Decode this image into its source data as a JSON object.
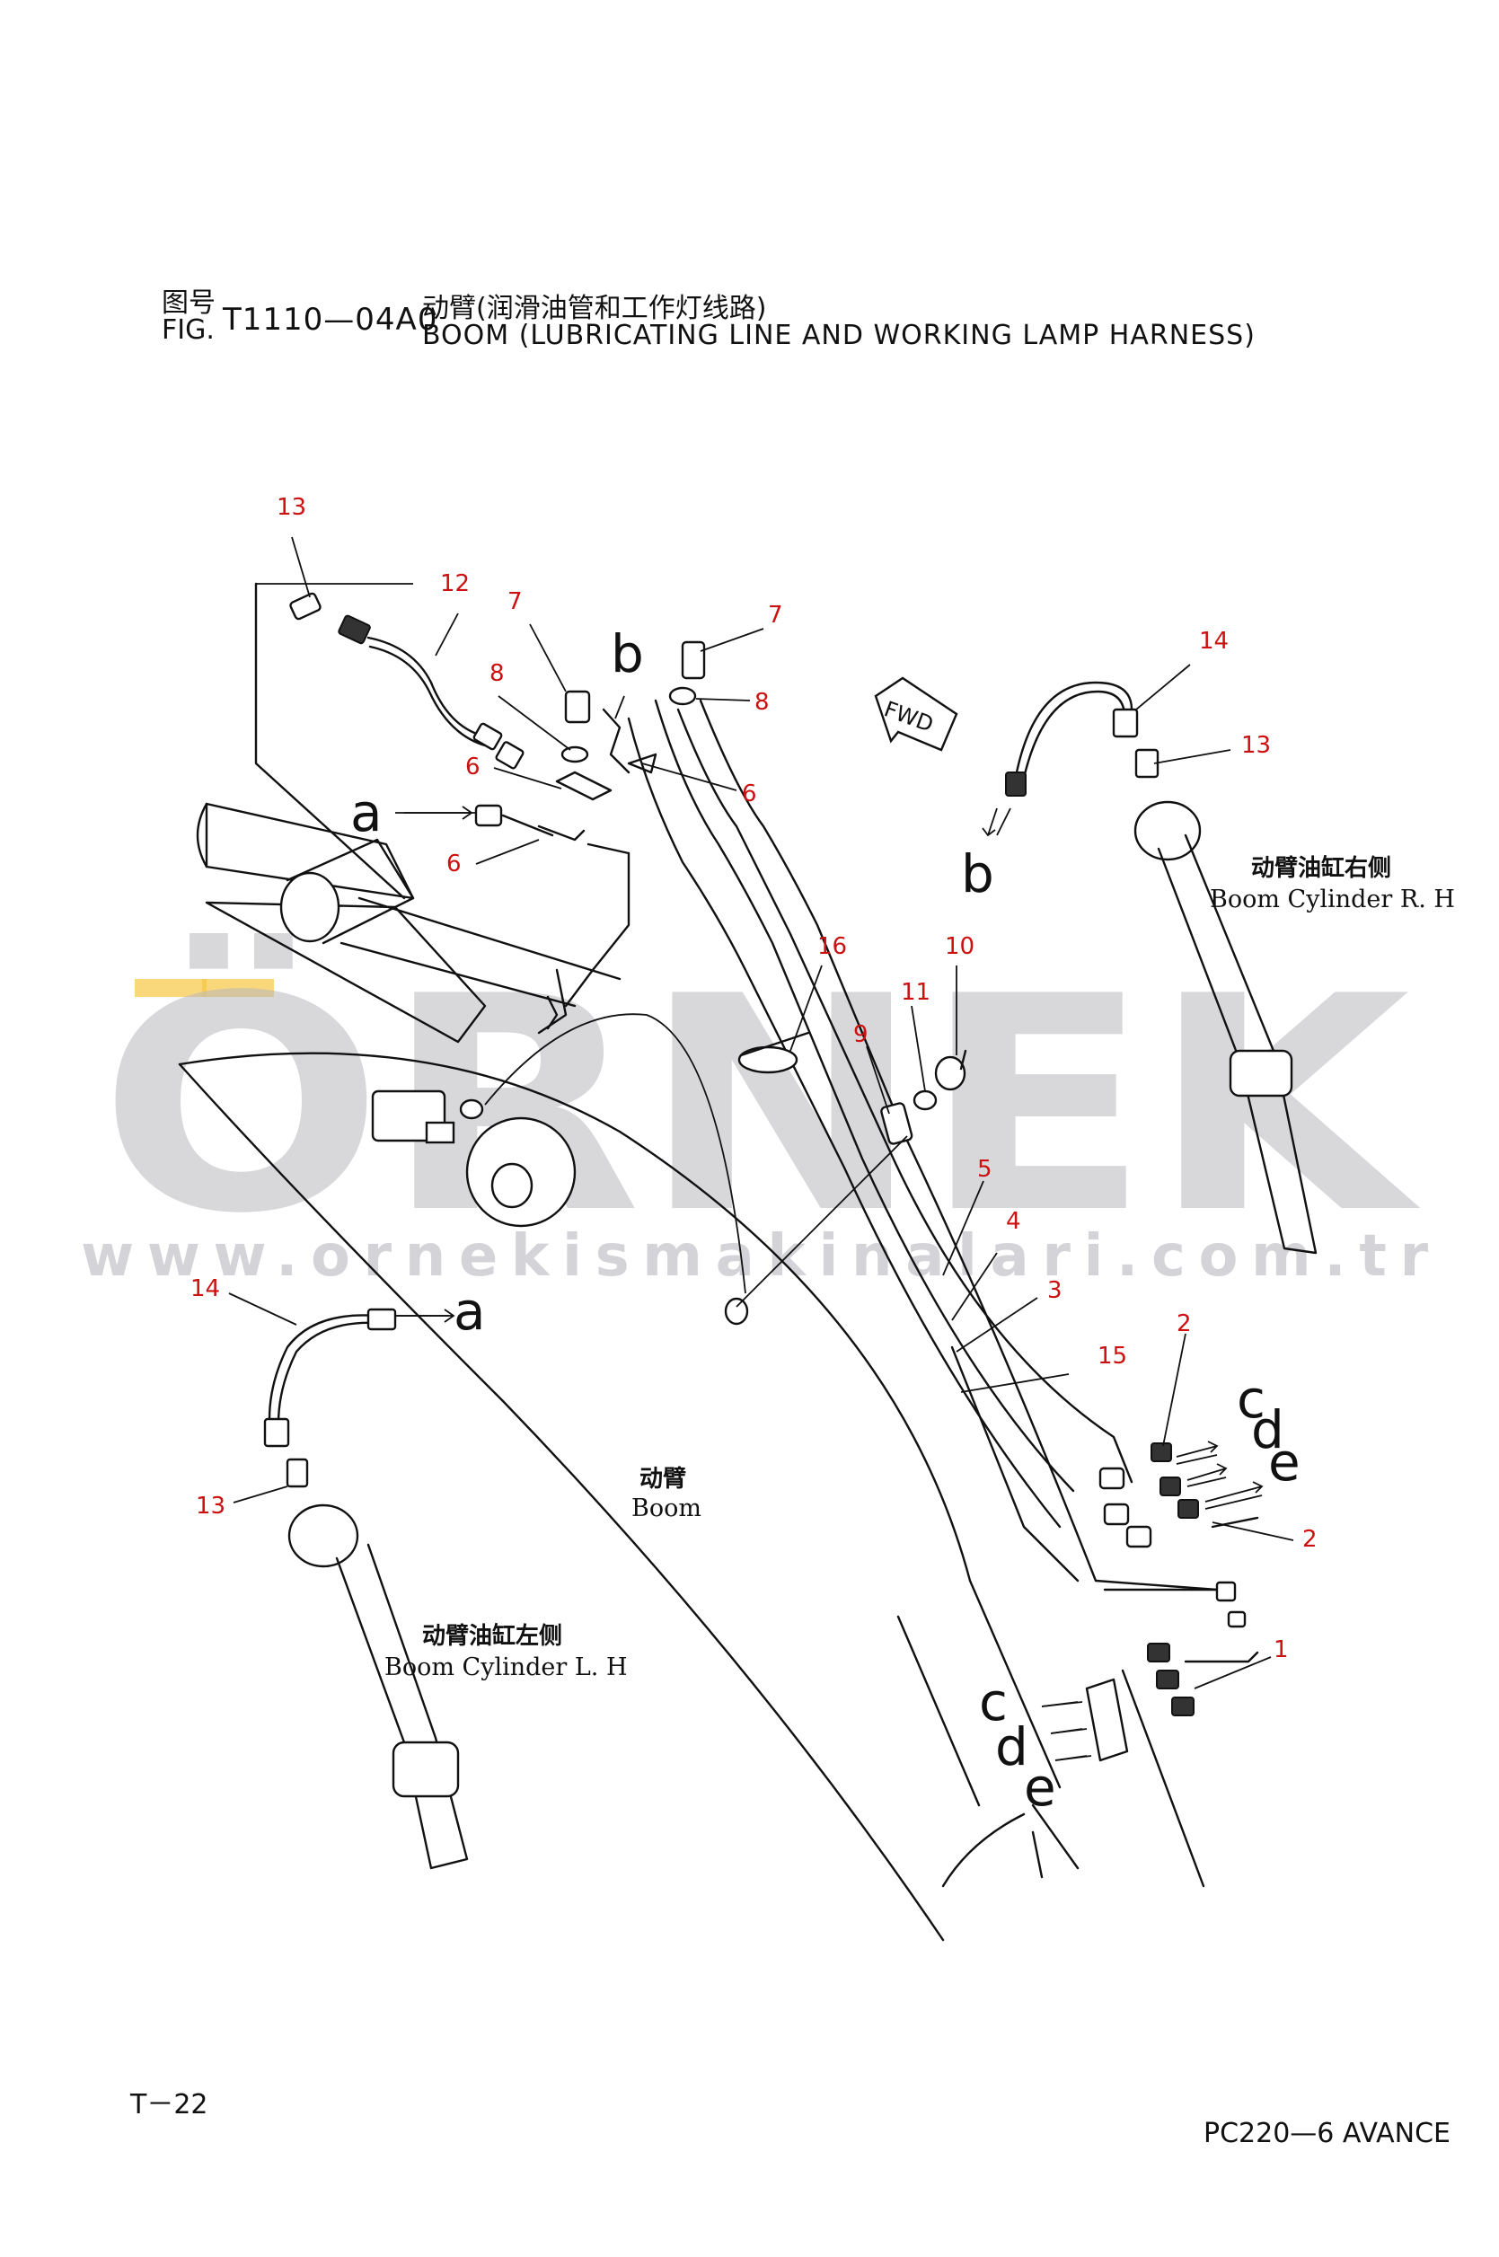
{
  "header": {
    "cn_label": "图号",
    "fig_label": "FIG.",
    "code": "T1110—04A0",
    "title_cn": "动臂(润滑油管和工作灯线路)",
    "title_en": "BOOM (LUBRICATING LINE AND WORKING LAMP HARNESS)"
  },
  "watermark": {
    "brand": "ÖRNEK",
    "url": "www.ornekismakinalari.com.tr"
  },
  "callouts": [
    "13",
    "12",
    "7",
    "8",
    "6",
    "7",
    "8",
    "6",
    "6",
    "14",
    "13",
    "16",
    "10",
    "11",
    "9",
    "5",
    "4",
    "3",
    "15",
    "2",
    "2",
    "1",
    "14",
    "13"
  ],
  "letters": [
    "b",
    "a",
    "b",
    "a",
    "c",
    "d",
    "e",
    "c",
    "d",
    "e"
  ],
  "fwd_label": "FWD",
  "labels": {
    "cyl_rh_cn": "动臂油缸右侧",
    "cyl_rh_en": "Boom Cylinder R. H",
    "cyl_lh_cn": "动臂油缸左侧",
    "cyl_lh_en": "Boom Cylinder L. H",
    "boom_cn": "动臂",
    "boom_en": "Boom"
  },
  "footer": {
    "page": "T－22",
    "model": "PC220—6 AVANCE"
  },
  "colors": {
    "callout": "#cc1111",
    "watermark": "#b9b9bf",
    "watermark_accent": "#f5c842"
  }
}
